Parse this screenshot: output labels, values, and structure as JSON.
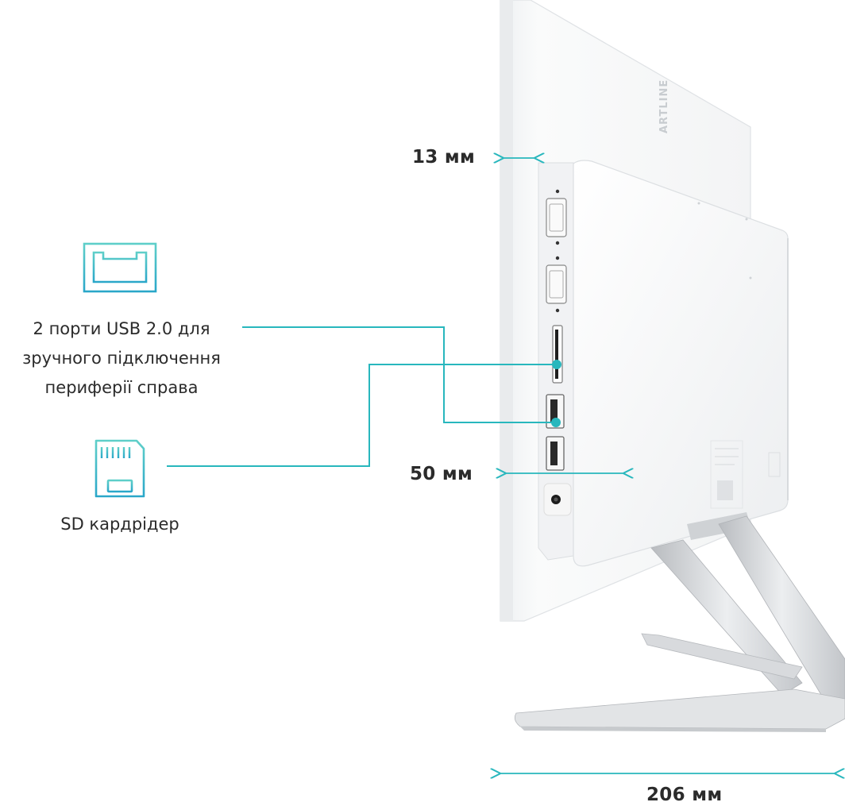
{
  "colors": {
    "accent": "#28b7bd",
    "accent_gradient_top": "#5fcfc9",
    "accent_gradient_bottom": "#2aa7c9",
    "device_white": "#f7f8f9",
    "device_shadow": "#e1e4e7",
    "stand_silver": "#c9ccd0",
    "text": "#2b2b2b"
  },
  "dimensions": {
    "bezel_thickness": "13 мм",
    "body_depth": "50 мм",
    "stand_depth": "206 мм"
  },
  "features": [
    {
      "icon": "usb-port-icon",
      "lines": [
        "2 порти USB 2.0 для",
        "зручного підключення",
        "периферії справа"
      ]
    },
    {
      "icon": "sd-card-icon",
      "lines": [
        "SD кардрідер"
      ]
    }
  ],
  "device": {
    "logo_text": "ARTLINE"
  }
}
